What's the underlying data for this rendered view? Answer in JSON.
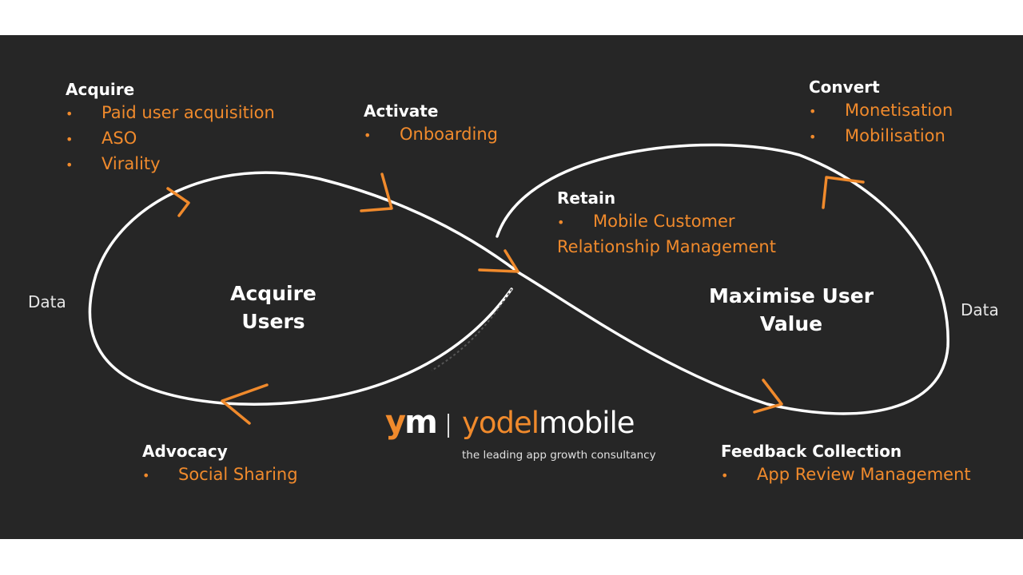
{
  "stages": {
    "acquire": {
      "heading": "Acquire",
      "items": [
        "Paid user acquisition",
        "ASO",
        "Virality"
      ]
    },
    "activate": {
      "heading": "Activate",
      "items": [
        "Onboarding"
      ]
    },
    "retain": {
      "heading": "Retain",
      "items": [
        "Mobile Customer",
        "Relationship Management"
      ]
    },
    "convert": {
      "heading": "Convert",
      "items": [
        "Monetisation",
        "Mobilisation"
      ]
    },
    "advocacy": {
      "heading": "Advocacy",
      "items": [
        "Social Sharing"
      ]
    },
    "feedback": {
      "heading": "Feedback Collection",
      "items": [
        "App Review Management"
      ]
    }
  },
  "bullet": "•",
  "loops": {
    "left": {
      "label_line1": "Acquire",
      "label_line2": "Users",
      "side_label": "Data"
    },
    "right": {
      "label_line1": "Maximise User",
      "label_line2": "Value",
      "side_label": "Data"
    }
  },
  "logo": {
    "mark_y": "y",
    "mark_m": "m",
    "word_part1": "yodel",
    "word_part2": "mobile",
    "tagline": "the leading app growth consultancy"
  },
  "colors": {
    "background": "#262626",
    "accent": "#f08a2c",
    "line": "#ffffff",
    "text": "#ffffff"
  }
}
